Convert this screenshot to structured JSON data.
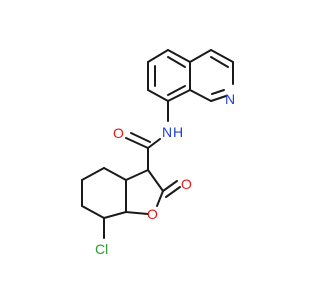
{
  "molecule": {
    "atoms": [
      {
        "id": "n_quin",
        "text": "N",
        "color": "#1f3fd6"
      },
      {
        "id": "n_amide",
        "text": "N",
        "color": "#1f3fd6"
      },
      {
        "id": "h_amide",
        "text": "H",
        "color": "#1f3fd6"
      },
      {
        "id": "o_amide",
        "text": "O",
        "color": "#e01919"
      },
      {
        "id": "o_lactone_carbonyl",
        "text": "O",
        "color": "#e01919"
      },
      {
        "id": "o_ring",
        "text": "O",
        "color": "#e01919"
      },
      {
        "id": "cl",
        "text": "Cl",
        "color": "#2a9d2a"
      }
    ],
    "bond_color": "#1a1a1a"
  }
}
